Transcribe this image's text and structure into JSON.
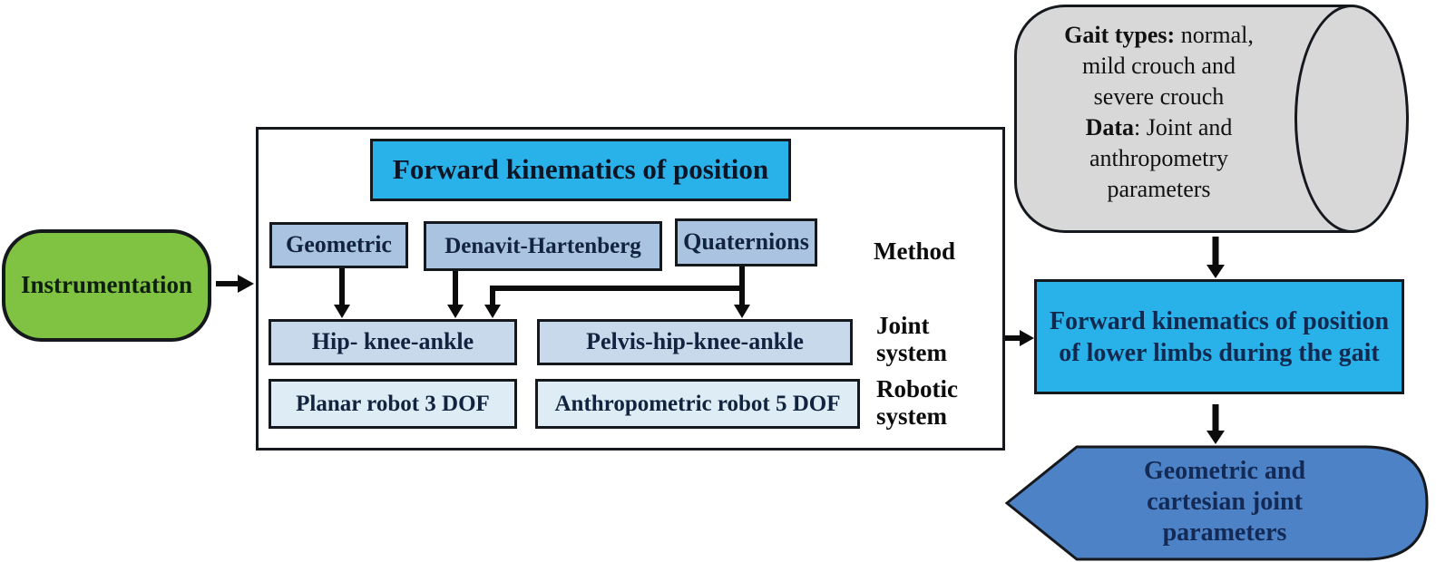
{
  "colors": {
    "instrumentation_green": "#80C342",
    "kinematics_cyan": "#29B2EA",
    "method_blue": "#A9C3E1",
    "joint_blue": "#C9D9EC",
    "robot_blue": "#DEEDF5",
    "datastore_gray": "#D8D8D8",
    "output_blue": "#4E82C6",
    "border_black": "#15181d"
  },
  "nodes": {
    "instrumentation": {
      "label": "Instrumentation"
    },
    "forward_kinematics": {
      "label": "Forward kinematics of position"
    },
    "methods": [
      {
        "label": "Geometric"
      },
      {
        "label": "Denavit-Hartenberg"
      },
      {
        "label": "Quaternions"
      }
    ],
    "joint_systems": [
      {
        "label": "Hip- knee-ankle"
      },
      {
        "label": "Pelvis-hip-knee-ankle"
      }
    ],
    "robotic_systems": [
      {
        "label": "Planar robot 3 DOF"
      },
      {
        "label": "Anthropometric robot 5 DOF"
      }
    ],
    "datastore": {
      "lines": [
        {
          "bold": "Gait types:",
          "rest": " normal,"
        },
        {
          "bold": "",
          "rest": "mild crouch and"
        },
        {
          "bold": "",
          "rest": "severe crouch"
        },
        {
          "bold": "Data",
          "rest": ": Joint and"
        },
        {
          "bold": "",
          "rest": "anthropometry"
        },
        {
          "bold": "",
          "rest": "parameters"
        }
      ]
    },
    "fk_gait": {
      "lines": [
        "Forward kinematics of position",
        "of lower limbs during the gait"
      ]
    },
    "output": {
      "lines": [
        "Geometric and",
        "cartesian joint",
        "parameters"
      ]
    }
  },
  "row_labels": {
    "method": "Method",
    "joint": "Joint system",
    "robotic": "Robotic system"
  }
}
